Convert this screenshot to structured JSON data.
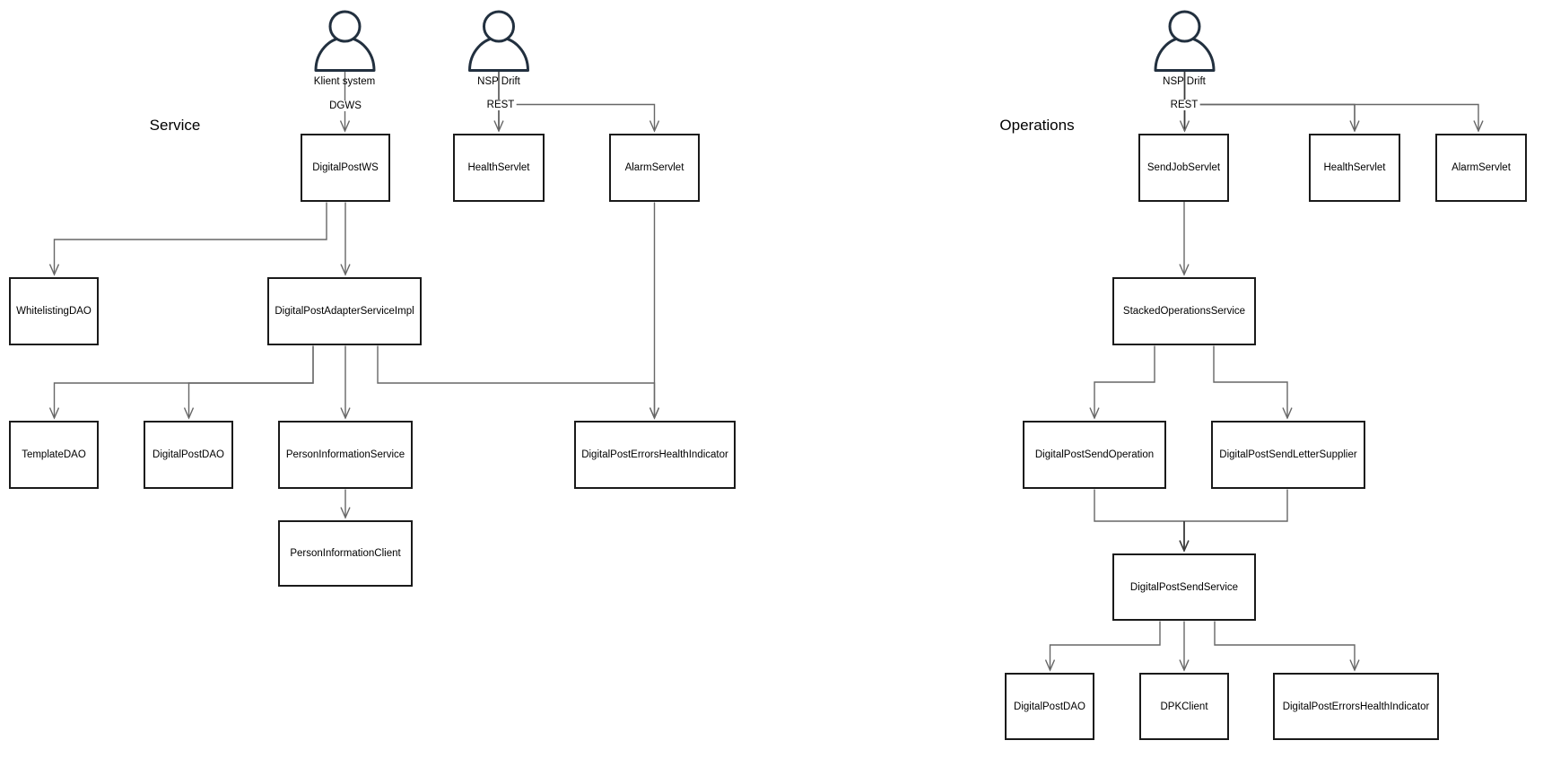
{
  "diagram": {
    "type": "component-architecture",
    "background": "#ffffff",
    "colors": {
      "node_border": "#1a1a1a",
      "node_fill": "#ffffff",
      "connector": "#676767",
      "connector_dark": "#3b3b3b",
      "actor_stroke": "#22303f",
      "text": "#000000"
    },
    "titles": {
      "service": "Service",
      "operations": "Operations"
    },
    "actors": {
      "service_klient": "Klient system",
      "service_nsp": "NSP Drift",
      "operations_nsp": "NSP Drift"
    },
    "edge_labels": {
      "service_dgws": "DGWS",
      "service_rest": "REST",
      "operations_rest": "REST"
    },
    "nodes": {
      "service_digitalpostws": "DigitalPostWS",
      "service_healthservlet": "HealthServlet",
      "service_alarmservlet": "AlarmServlet",
      "service_whitelistingdao": "WhitelistingDAO",
      "service_digitalpostadapterserviceimpl": "DigitalPostAdapterServiceImpl",
      "service_templatedao": "TemplateDAO",
      "service_digitalpostdao": "DigitalPostDAO",
      "service_personinformationservice": "PersonInformationService",
      "service_digitalposterrorshealthindicator": "DigitalPostErrorsHealthIndicator",
      "service_personinformationclient": "PersonInformationClient",
      "operations_sendjobservlet": "SendJobServlet",
      "operations_healthservlet": "HealthServlet",
      "operations_alarmservlet": "AlarmServlet",
      "operations_stackedoperationsservice": "StackedOperationsService",
      "operations_digitalpostsendoperation": "DigitalPostSendOperation",
      "operations_digitalpostsendlettersupplier": "DigitalPostSendLetterSupplier",
      "operations_digitalpostsendservice": "DigitalPostSendService",
      "operations_digitalpostdao": "DigitalPostDAO",
      "operations_dpkclient": "DPKClient",
      "operations_digitalposterrorshealthindicator": "DigitalPostErrorsHealthIndicator"
    },
    "edges": [
      {
        "section": "Service",
        "from": "Klient system",
        "to": "DigitalPostWS",
        "label": "DGWS"
      },
      {
        "section": "Service",
        "from": "NSP Drift",
        "to": "HealthServlet",
        "label": "REST"
      },
      {
        "section": "Service",
        "from": "NSP Drift",
        "to": "AlarmServlet",
        "label": "REST"
      },
      {
        "section": "Service",
        "from": "DigitalPostWS",
        "to": "WhitelistingDAO",
        "label": ""
      },
      {
        "section": "Service",
        "from": "DigitalPostWS",
        "to": "DigitalPostAdapterServiceImpl",
        "label": ""
      },
      {
        "section": "Service",
        "from": "DigitalPostAdapterServiceImpl",
        "to": "TemplateDAO",
        "label": ""
      },
      {
        "section": "Service",
        "from": "DigitalPostAdapterServiceImpl",
        "to": "DigitalPostDAO",
        "label": ""
      },
      {
        "section": "Service",
        "from": "DigitalPostAdapterServiceImpl",
        "to": "PersonInformationService",
        "label": ""
      },
      {
        "section": "Service",
        "from": "DigitalPostAdapterServiceImpl",
        "to": "DigitalPostErrorsHealthIndicator",
        "label": ""
      },
      {
        "section": "Service",
        "from": "AlarmServlet",
        "to": "DigitalPostErrorsHealthIndicator",
        "label": ""
      },
      {
        "section": "Service",
        "from": "PersonInformationService",
        "to": "PersonInformationClient",
        "label": ""
      },
      {
        "section": "Operations",
        "from": "NSP Drift",
        "to": "SendJobServlet",
        "label": "REST"
      },
      {
        "section": "Operations",
        "from": "NSP Drift",
        "to": "HealthServlet",
        "label": "REST"
      },
      {
        "section": "Operations",
        "from": "NSP Drift",
        "to": "AlarmServlet",
        "label": "REST"
      },
      {
        "section": "Operations",
        "from": "SendJobServlet",
        "to": "StackedOperationsService",
        "label": ""
      },
      {
        "section": "Operations",
        "from": "StackedOperationsService",
        "to": "DigitalPostSendOperation",
        "label": ""
      },
      {
        "section": "Operations",
        "from": "StackedOperationsService",
        "to": "DigitalPostSendLetterSupplier",
        "label": ""
      },
      {
        "section": "Operations",
        "from": "DigitalPostSendOperation",
        "to": "DigitalPostSendService",
        "label": ""
      },
      {
        "section": "Operations",
        "from": "DigitalPostSendLetterSupplier",
        "to": "DigitalPostSendService",
        "label": ""
      },
      {
        "section": "Operations",
        "from": "DigitalPostSendService",
        "to": "DigitalPostDAO",
        "label": ""
      },
      {
        "section": "Operations",
        "from": "DigitalPostSendService",
        "to": "DPKClient",
        "label": ""
      },
      {
        "section": "Operations",
        "from": "DigitalPostSendService",
        "to": "DigitalPostErrorsHealthIndicator",
        "label": ""
      }
    ]
  }
}
